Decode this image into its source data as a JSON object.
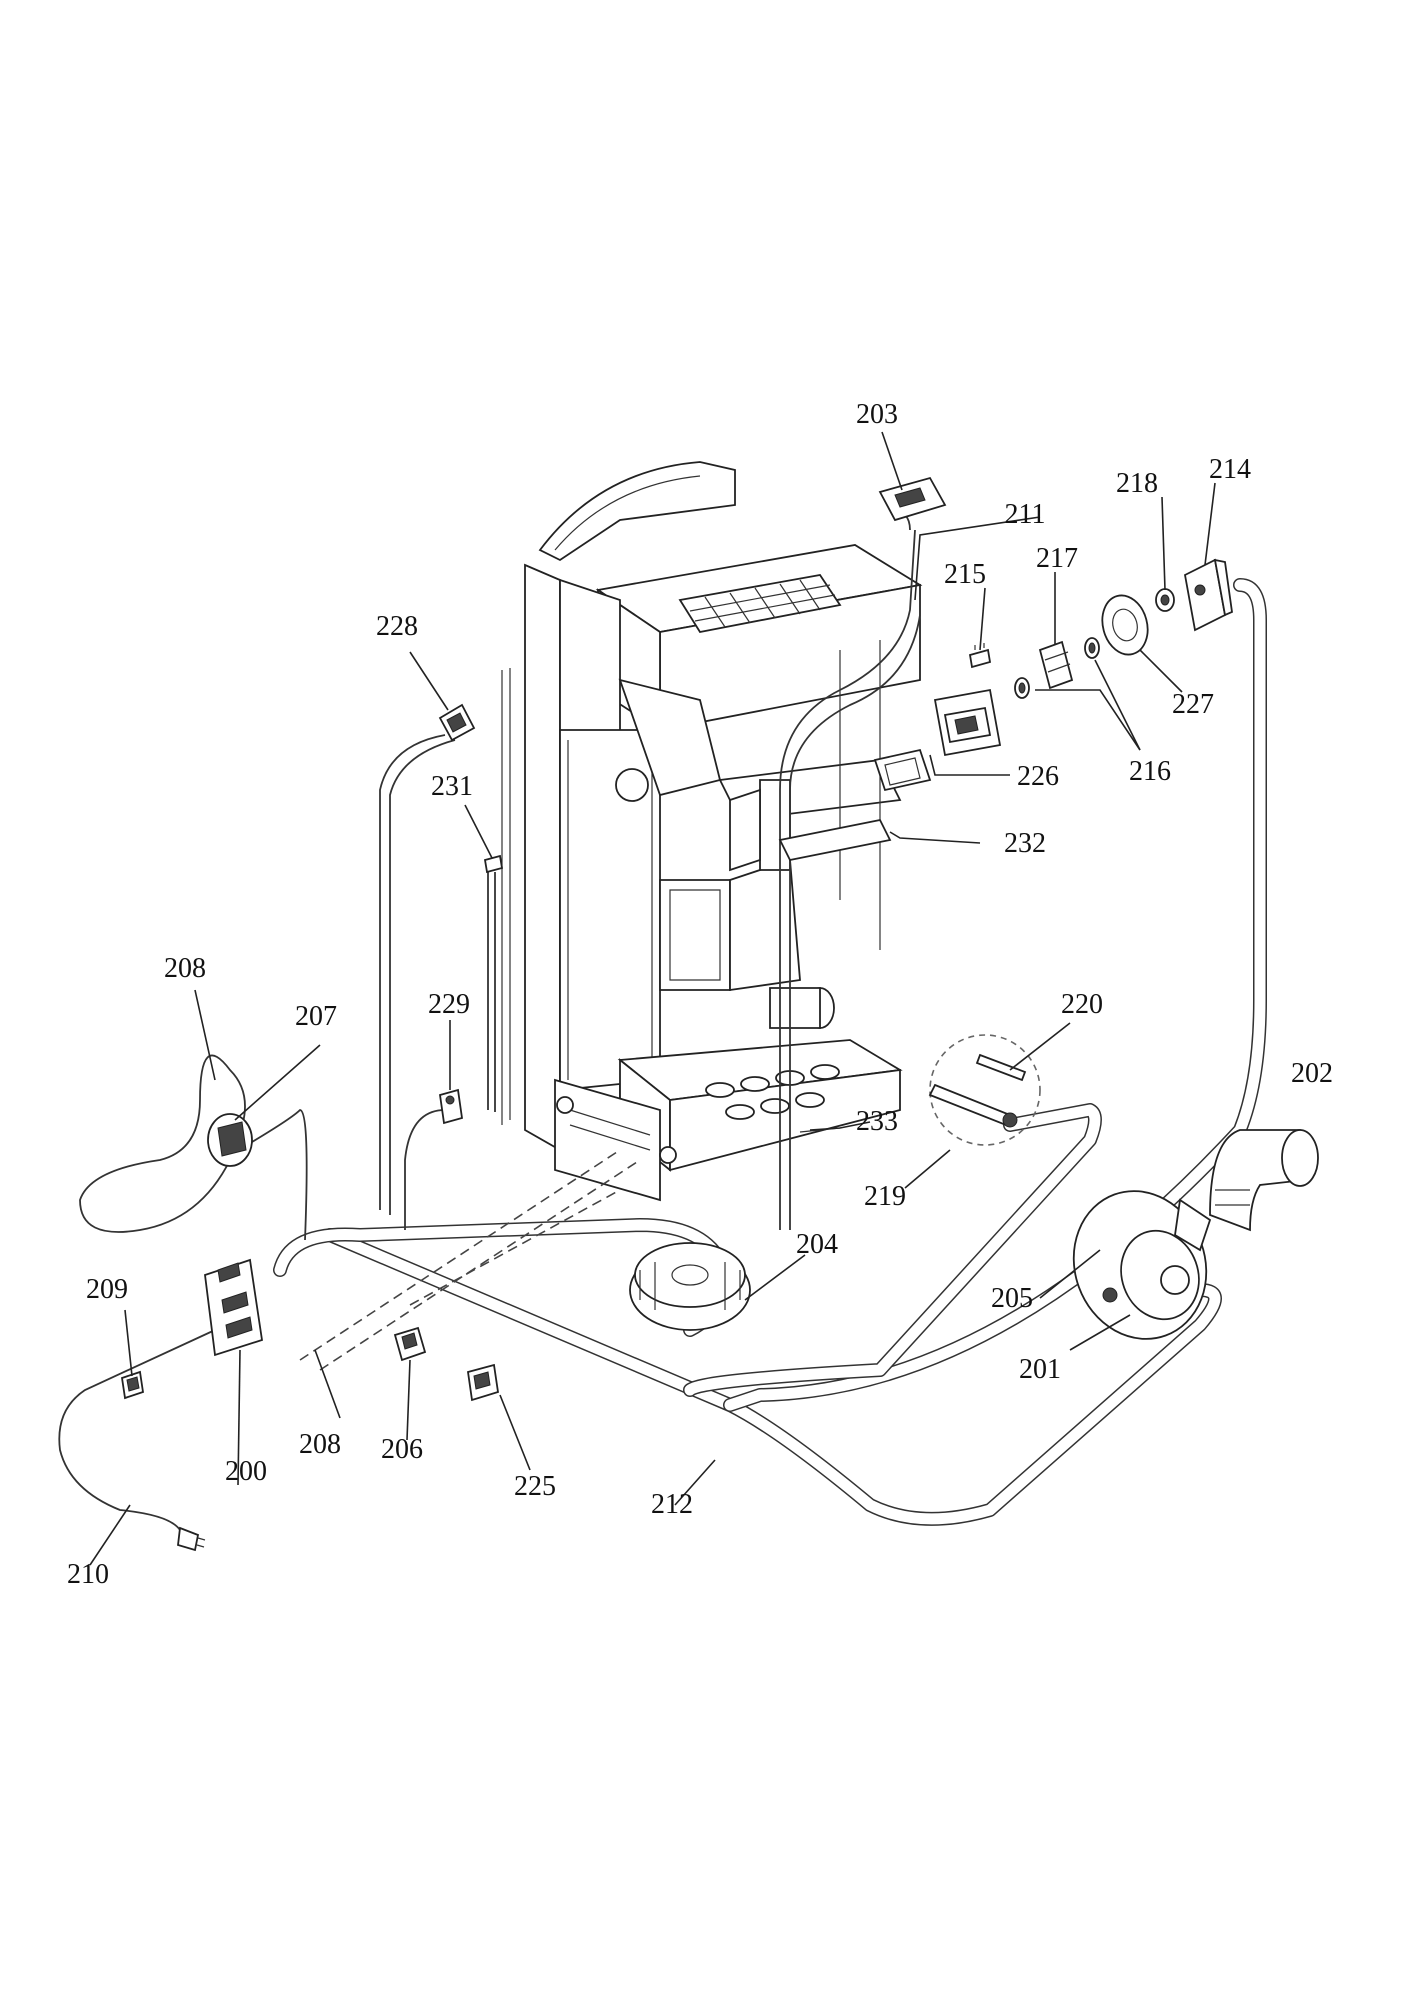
{
  "callouts": [
    {
      "id": "c200",
      "text": "200"
    },
    {
      "id": "c201",
      "text": "201"
    },
    {
      "id": "c202",
      "text": "202"
    },
    {
      "id": "c203",
      "text": "203"
    },
    {
      "id": "c204",
      "text": "204"
    },
    {
      "id": "c205",
      "text": "205"
    },
    {
      "id": "c206",
      "text": "206"
    },
    {
      "id": "c207",
      "text": "207"
    },
    {
      "id": "c208a",
      "text": "208"
    },
    {
      "id": "c208b",
      "text": "208"
    },
    {
      "id": "c209",
      "text": "209"
    },
    {
      "id": "c210",
      "text": "210"
    },
    {
      "id": "c211",
      "text": "211"
    },
    {
      "id": "c212",
      "text": "212"
    },
    {
      "id": "c214",
      "text": "214"
    },
    {
      "id": "c215",
      "text": "215"
    },
    {
      "id": "c216",
      "text": "216"
    },
    {
      "id": "c217",
      "text": "217"
    },
    {
      "id": "c218",
      "text": "218"
    },
    {
      "id": "c219",
      "text": "219"
    },
    {
      "id": "c220",
      "text": "220"
    },
    {
      "id": "c225",
      "text": "225"
    },
    {
      "id": "c226",
      "text": "226"
    },
    {
      "id": "c227",
      "text": "227"
    },
    {
      "id": "c228",
      "text": "228"
    },
    {
      "id": "c229",
      "text": "229"
    },
    {
      "id": "c231",
      "text": "231"
    },
    {
      "id": "c232",
      "text": "232"
    },
    {
      "id": "c233",
      "text": "233"
    }
  ]
}
